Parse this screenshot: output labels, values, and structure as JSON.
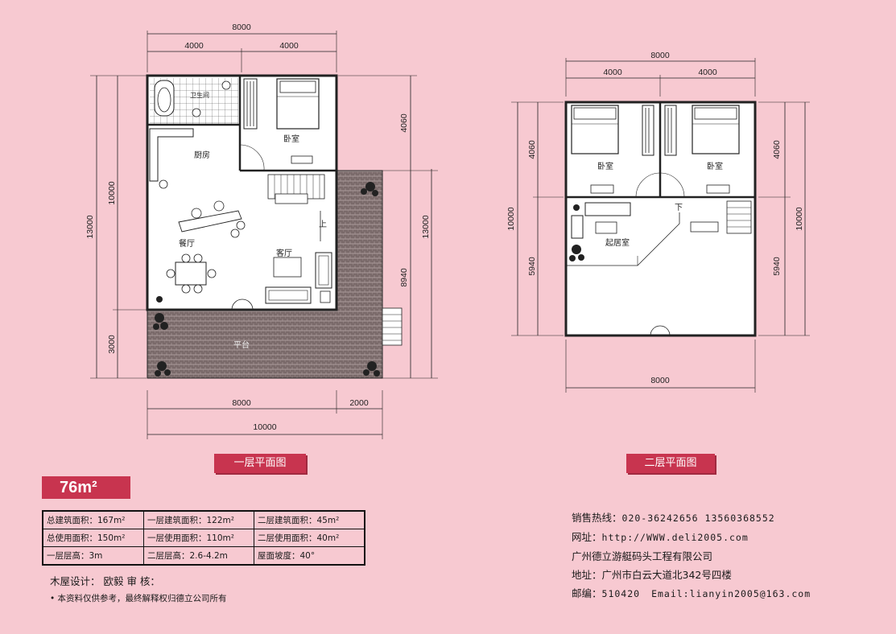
{
  "floor_plans": {
    "ground": {
      "caption": "一层平面图",
      "dimensions": {
        "top_total": "8000",
        "top_left": "4000",
        "top_right": "4000",
        "left_total": "13000",
        "left_upper": "10000",
        "left_lower": "3000",
        "right_upper": "4060",
        "right_total": "13000",
        "right_lower": "8940",
        "bottom_left": "8000",
        "bottom_right": "2000",
        "bottom_total": "10000"
      },
      "rooms": {
        "bathroom": "卫生间",
        "kitchen": "厨房",
        "bedroom": "卧室",
        "dining": "餐厅",
        "living": "客厅",
        "deck": "平台",
        "up_arrow": "上"
      }
    },
    "upper": {
      "caption": "二层平面图",
      "dimensions": {
        "top_total": "8000",
        "top_left": "4000",
        "top_right": "4000",
        "left_upper": "4060",
        "left_total": "10000",
        "left_lower": "5940",
        "right_upper": "4060",
        "right_total": "10000",
        "right_lower": "5940",
        "bottom_total": "8000"
      },
      "rooms": {
        "bedroom_left": "卧室",
        "bedroom_right": "卧室",
        "living": "起居室",
        "down_arrow": "下"
      }
    }
  },
  "area_badge": "76m²",
  "stats": [
    [
      "总建筑面积：167m²",
      "一层建筑面积：122m²",
      "二层建筑面积：45m²"
    ],
    [
      "总使用面积：150m²",
      "一层使用面积：110m²",
      "二层使用面积：40m²"
    ],
    [
      "一层层高：3m",
      "二层层高：2.6-4.2m",
      "屋面坡度：40°"
    ]
  ],
  "credits": {
    "designer": "木屋设计： 欧毅  审  核：",
    "note": "• 本资料仅供参考，最终解释权归德立公司所有"
  },
  "contact": {
    "hotline_label": "销售热线：",
    "hotline": "020-36242656  13560368552",
    "website_label": "网址：",
    "website": "http://WWW.deli2005.com",
    "company": "广州德立游艇码头工程有限公司",
    "address_label": "地址：",
    "address": "广州市白云大道北342号四楼",
    "postcode_label": "邮编：",
    "postcode": "510420",
    "email": "Email:lianyin2005@163.com"
  },
  "colors": {
    "background": "#f7c9d1",
    "accent": "#c8344f",
    "deck": "#7a6a6a"
  }
}
